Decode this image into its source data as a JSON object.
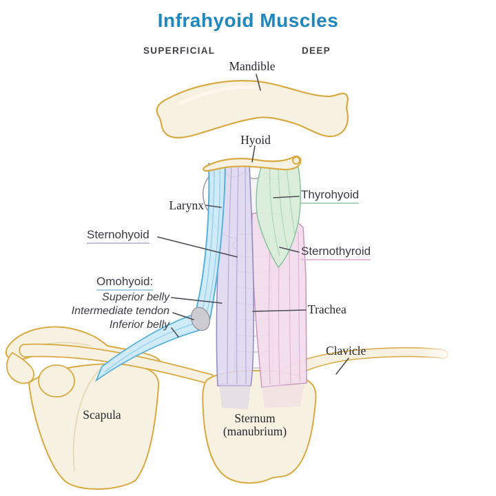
{
  "title": {
    "text": "Infrahyoid Muscles",
    "color": "#1d87be"
  },
  "columns": {
    "left": "SUPERFICIAL",
    "right": "DEEP"
  },
  "structure_labels": {
    "mandible": "Mandible",
    "hyoid": "Hyoid",
    "larynx": "Larynx",
    "trachea": "Trachea",
    "clavicle": "Clavicle",
    "scapula": "Scapula",
    "sternum_line1": "Sternum",
    "sternum_line2": "(manubrium)"
  },
  "muscle_labels": {
    "sternohyoid": {
      "text": "Sternohyoid",
      "underline": "#c3bed6"
    },
    "thyrohyoid": {
      "text": "Thyrohyoid",
      "underline": "#a9d6bd"
    },
    "sternothyroid": {
      "text": "Sternothyroid",
      "underline": "#e6bedb"
    },
    "omohyoid": {
      "text": "Omohyoid:",
      "underline": "#a5cde4"
    }
  },
  "omohyoid_parts": {
    "superior": "Superior belly",
    "intermediate": "Intermediate tendon",
    "inferior": "Inferior belly"
  },
  "palette": {
    "bone_fill": "#f7f1e1",
    "bone_stroke": "#d9a942",
    "omohyoid_blue": "#cdeaf8",
    "omohyoid_edge": "#57b0dc",
    "sternohyoid_lavender": "#ddd7ef",
    "thyrohyoid_green": "#d9edda",
    "sternothyroid_pink": "#f2dcec",
    "cartilage_gray": "#9b9ba3",
    "leader_line": "#4b4b52",
    "label_ink": "#26262e"
  }
}
